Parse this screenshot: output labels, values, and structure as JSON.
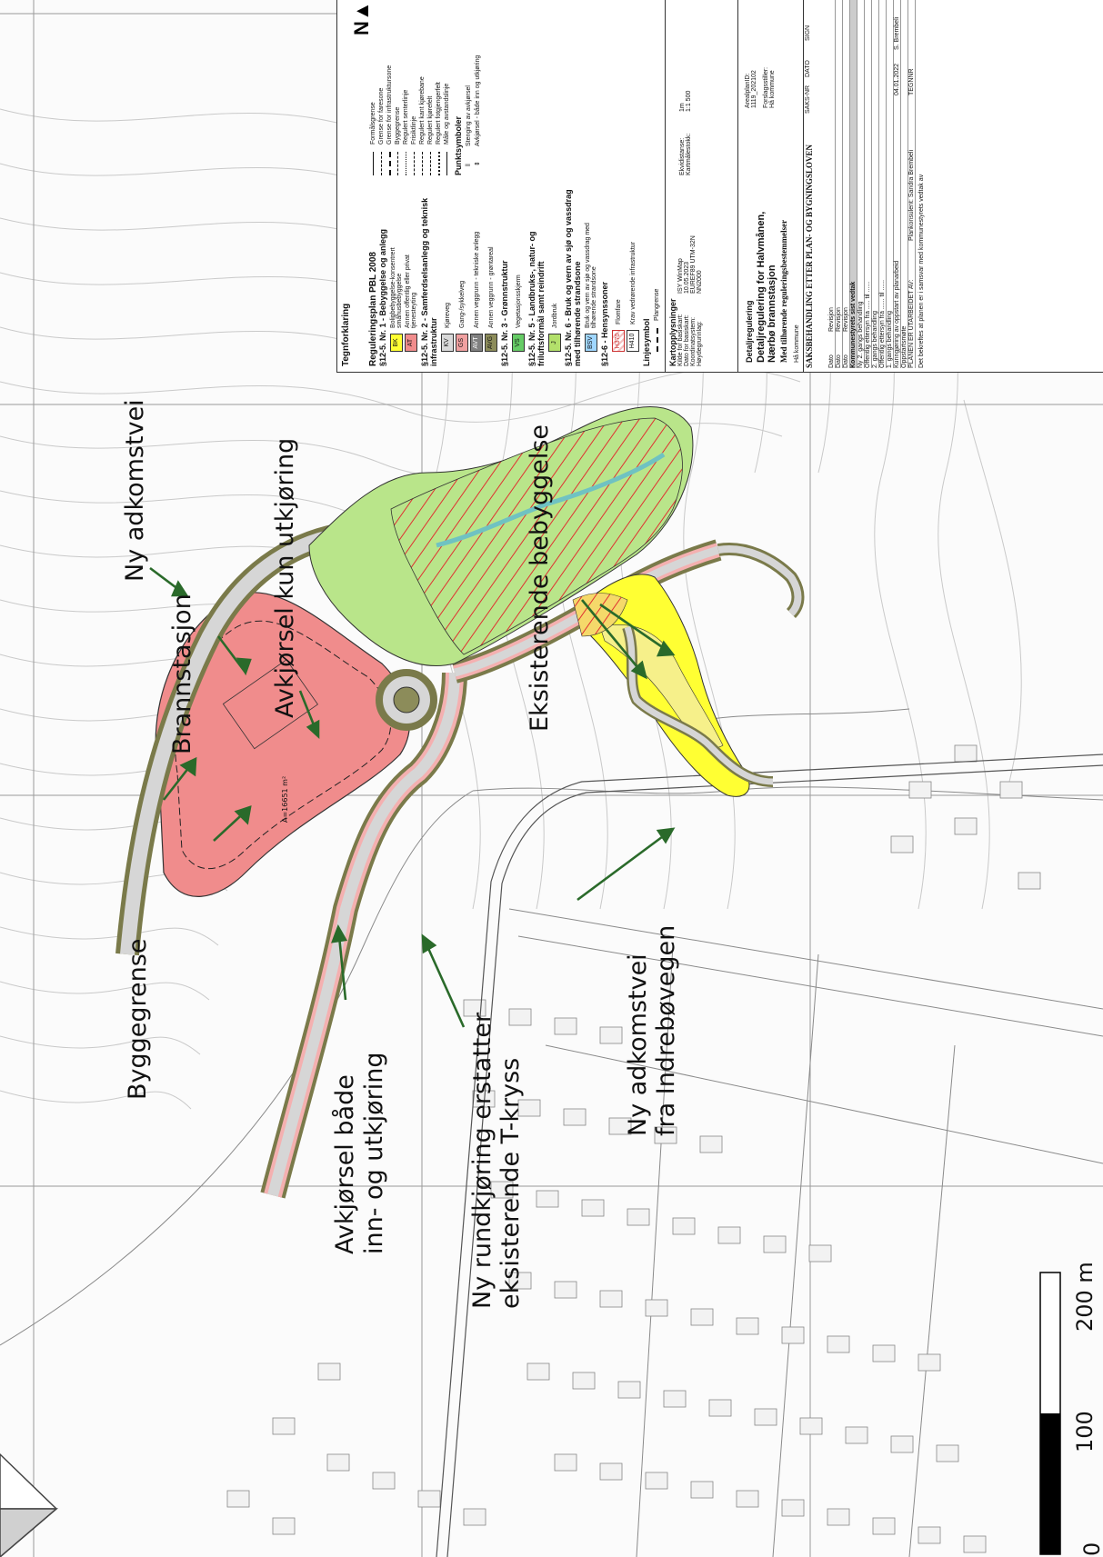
{
  "annotations": {
    "ny_adkomstvei": "Ny adkomstvei",
    "brannstasjon": "Brannstasjon",
    "avkjorsel_kun_utkjoring": "Avkjørsel kun utkjøring",
    "eksisterende_bebyggelse": "Eksisterende bebyggelse",
    "byggegrense": "Byggegrense",
    "avkjorsel_begge_1": "Avkjørsel både",
    "avkjorsel_begge_2": "inn- og utkjøring",
    "rundkjoring_1": "Ny rundkjøring erstatter",
    "rundkjoring_2": "eksisterende T-kryss",
    "ny_adkomstvei_indre_1": "Ny adkomstvei",
    "ny_adkomstvei_indre_2": "fra Indrebøvegen",
    "area_label": "A=16651 m²"
  },
  "scale_bar": {
    "label_0": "0",
    "label_100": "100",
    "label_200": "200 m"
  },
  "legend": {
    "title": "Tegnforklaring",
    "plan_title": "Reguleringsplan PBL 2008",
    "sec1": "§12-5. Nr. 1 - Bebyggelse og anlegg",
    "sec1_items": [
      {
        "code": "BK",
        "text": "Boligbebyggelse-konsentrert småhusbebyggelse",
        "color": "#ffff33"
      },
      {
        "code": "AT",
        "text": "Annen offentlig eller privat tjenesteyting",
        "color": "#f08c8c"
      }
    ],
    "sec2": "§12-5. Nr. 2 - Samferdselsanlegg og teknisk infrastruktur",
    "sec2_items": [
      {
        "code": "KV",
        "text": "Kjøreveg",
        "color": "#d9d9d9"
      },
      {
        "code": "GS",
        "text": "Gang-/sykkelveg",
        "color": "#f0a0a0"
      },
      {
        "code": "AVT",
        "text": "Annen veggrunn - tekniske anlegg",
        "color": "#808080"
      },
      {
        "code": "AVG",
        "text": "Annen veggrunn - grøntareal",
        "color": "#8c8c5a"
      }
    ],
    "sec3": "§12-5. Nr. 3 - Grønnstruktur",
    "sec3_items": [
      {
        "code": "VS",
        "text": "Vegetasjonsskjerm",
        "color": "#66cc66"
      }
    ],
    "sec5": "§12-5. Nr. 5 - Landbruks-, natur- og friluftsformål samt reindrift",
    "sec5_items": [
      {
        "code": "J",
        "text": "Jordbruk",
        "color": "#b3e06b"
      }
    ],
    "sec6": "§12-5. Nr. 6 - Bruk og vern av sjø og vassdrag med tilhørende strandsone",
    "sec6_items": [
      {
        "code": "BSV",
        "text": "Bruk og vern av sjø og vassdrag med tilhørende strandsone",
        "color": "#9fd6ff"
      }
    ],
    "sec_hens": "§12-6 - Hensynssoner",
    "hens_items": [
      {
        "code": "H370",
        "text": "Flomfare"
      },
      {
        "code": "H410",
        "text": "Krav vedrørende infrastruktur"
      }
    ],
    "linjesymbol": "Linjesymbol",
    "plangrense": "Plangrense",
    "line_items": [
      "Formålsgrense",
      "Grense for faresone",
      "Grense for infrastruktursone",
      "Byggegrense",
      "Regulert senterlinje",
      "Frisiktlinje",
      "Regulert kant kjørebane",
      "Regulert kjørefelt",
      "Regulert fotgjengerfelt",
      "Måle og avstandslinje"
    ],
    "punktsymboler": "Punktsymboler",
    "point_items": [
      "Stenging av avkjørsel",
      "Avkjørsel - både inn og utkjøring"
    ],
    "kartopplysninger": "Kartopplysninger",
    "kart_rows": [
      [
        "Kilde for basiskart:",
        "ISY WinMap"
      ],
      [
        "Dato for basiskart:",
        "10.05.2023"
      ],
      [
        "Koordinatsystem:",
        "EUREF89 UTM-32N"
      ],
      [
        "Høydegrunnlag:",
        "NN2000"
      ]
    ],
    "ekvidistanse": "Ekvidistanse:",
    "ekvidistanse_val": "1m",
    "kartmalestokk": "Kartmålestokk:",
    "kartmalestokk_val": "1:1 500",
    "arealplan_id_label": "ArealplanID:",
    "arealplan_id": "1119_202102",
    "forslagsstiller_label": "Forslagsstiller:",
    "forslagsstiller": "Hå kommune",
    "detaljregulering": "Detaljregulering",
    "plan_name_1": "Detaljregulering for Halvmånen,",
    "plan_name_2": "Nærbø brannstasjon",
    "plan_sub": "Med tilhørende reguleringsbestemmelser",
    "kommune": "Hå kommune",
    "saksbehandling": "SAKSBEHANDLING ETTER PLAN- OG BYGNINGSLOVEN",
    "saks_nr": "SAKS-NR",
    "dato": "DATO",
    "sign": "SIGN",
    "table_rows": [
      "Dato",
      "Dato",
      "Dato",
      "Kommunestyrets sist vedtak",
      "Ny 2. gangs behandling",
      "Offentlig ettersyn fra ..... til ......",
      "2. gangs behandling",
      "Offentlig ettersyn fra ...... til ......",
      "1. gangs behandling",
      "Kunngjøring av oppstart av planarbeid",
      "Oppstartsmøte",
      "PLANEN ER UTARBEIDET AV:"
    ],
    "revisjon": "Revisjon",
    "planleder": "Plankonsulent: Sandra Brembeli",
    "startdato": "04.01.2022",
    "sign_initials": "S. Brembeli",
    "tegnnr": "TEGNNR",
    "footer": "Det bekreftes at planen er i samsvar med kommunestyrets vedtak av"
  }
}
